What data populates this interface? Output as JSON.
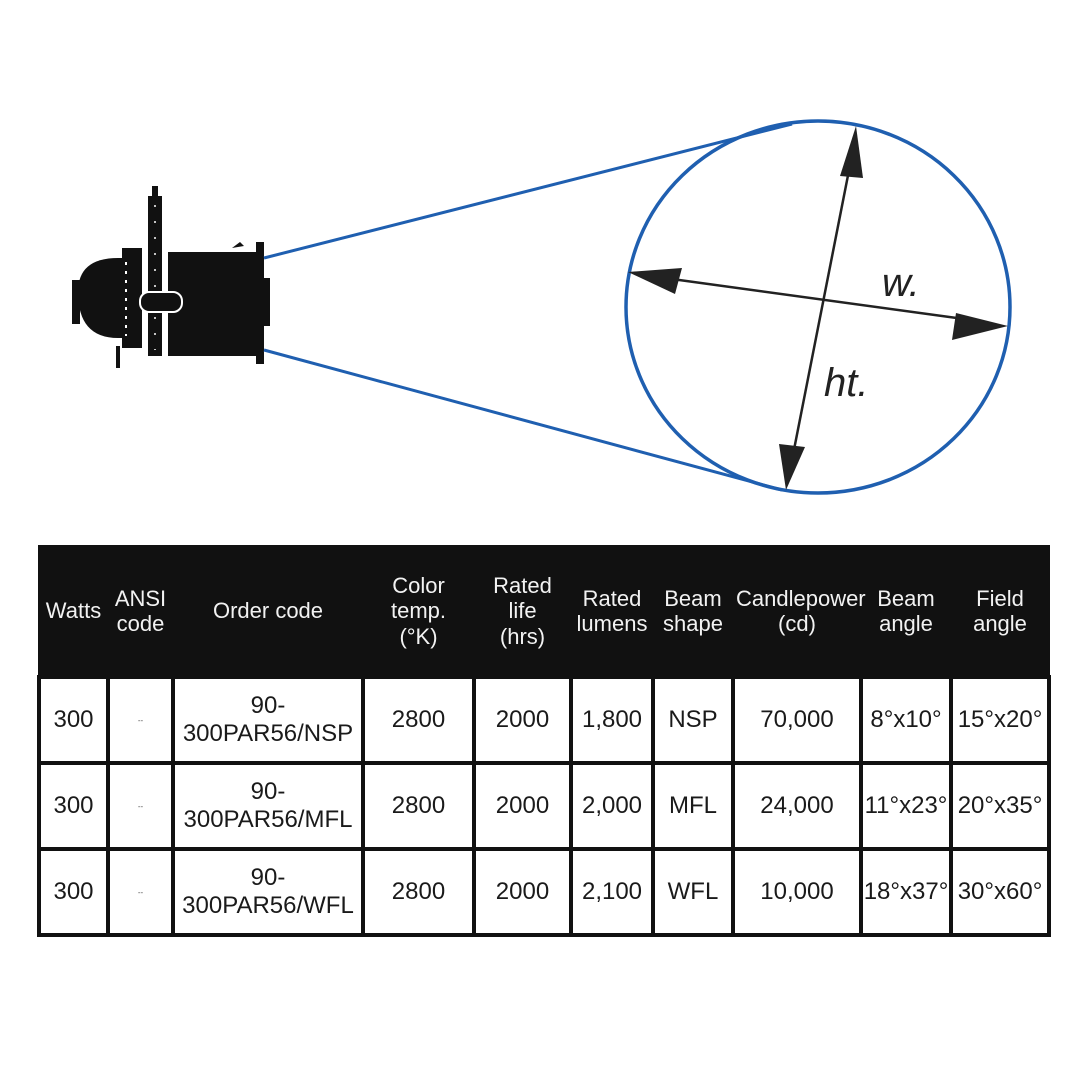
{
  "diagram": {
    "width_label": "w.",
    "height_label": "ht.",
    "beam_color": "#1f5fb0",
    "fixture_color": "#111111"
  },
  "table": {
    "headers": [
      {
        "line1": "Watts",
        "line2": ""
      },
      {
        "line1": "ANSI",
        "line2": "code"
      },
      {
        "line1": "Order code",
        "line2": ""
      },
      {
        "line1": "Color temp.",
        "line2": "(°K)"
      },
      {
        "line1": "Rated life",
        "line2": "(hrs)"
      },
      {
        "line1": "Rated",
        "line2": "lumens"
      },
      {
        "line1": "Beam",
        "line2": "shape"
      },
      {
        "line1": "Candlepower",
        "line2": "(cd)"
      },
      {
        "line1": "Beam",
        "line2": "angle"
      },
      {
        "line1": "Field",
        "line2": "angle"
      }
    ],
    "rows": [
      [
        "300",
        "--",
        "90-300PAR56/NSP",
        "2800",
        "2000",
        "1,800",
        "NSP",
        "70,000",
        "8°x10°",
        "15°x20°"
      ],
      [
        "300",
        "--",
        "90-300PAR56/MFL",
        "2800",
        "2000",
        "2,000",
        "MFL",
        "24,000",
        "11°x23°",
        "20°x35°"
      ],
      [
        "300",
        "--",
        "90-300PAR56/WFL",
        "2800",
        "2000",
        "2,100",
        "WFL",
        "10,000",
        "18°x37°",
        "30°x60°"
      ]
    ],
    "header_bg": "#111111",
    "header_text": "#f2f2f2"
  }
}
